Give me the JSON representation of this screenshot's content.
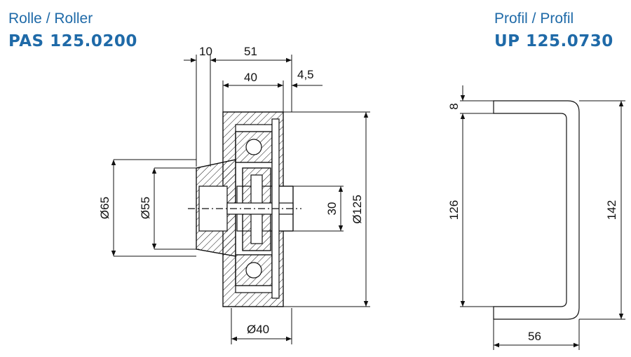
{
  "left": {
    "label": "Rolle / Roller",
    "code": "PAS 125.0200"
  },
  "right": {
    "label": "Profil / Profil",
    "code": "UP 125.0730"
  },
  "dims": {
    "d10": "10",
    "d51": "51",
    "d40": "40",
    "d4_5": "4,5",
    "d65": "Ø65",
    "d55": "Ø55",
    "d30": "30",
    "d125": "Ø125",
    "d40dia": "Ø40",
    "p8": "8",
    "p126": "126",
    "p142": "142",
    "p56": "56"
  },
  "colors": {
    "heading": "#1f6aa8",
    "line": "#111111"
  }
}
